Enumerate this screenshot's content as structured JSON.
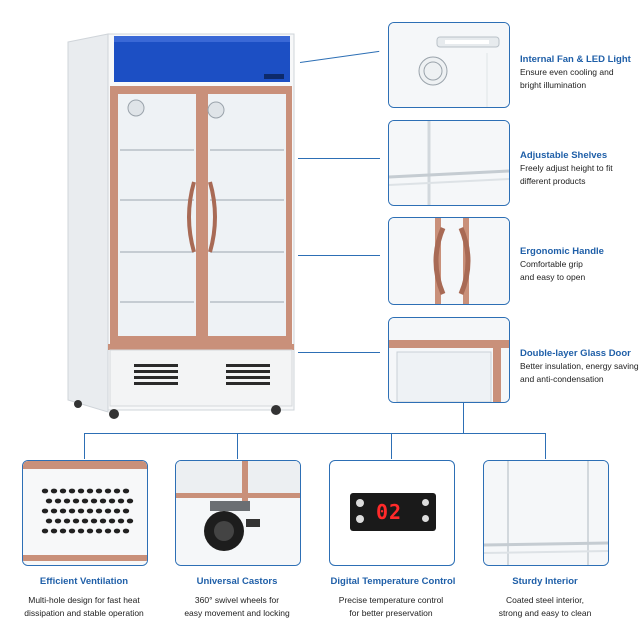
{
  "features_right": [
    {
      "title": "Internal Fan & LED Light",
      "desc_lines": [
        "Ensure even cooling and",
        "bright illumination"
      ],
      "icon": "fan-led-icon"
    },
    {
      "title": "Adjustable Shelves",
      "desc_lines": [
        "Freely adjust height to fit",
        "different products"
      ],
      "icon": "shelf-icon"
    },
    {
      "title": "Ergonomic Handle",
      "desc_lines": [
        "Comfortable grip",
        "and easy to open"
      ],
      "icon": "handle-icon"
    },
    {
      "title": "Double-layer Glass Door",
      "desc_lines": [
        "Better insulation, energy saving",
        "and anti-condensation"
      ],
      "icon": "glass-door-icon"
    }
  ],
  "features_bottom": [
    {
      "title": "Efficient Ventilation",
      "desc_lines": [
        "Multi-hole design for fast heat",
        "dissipation and stable operation"
      ]
    },
    {
      "title": "Universal Castors",
      "desc_lines": [
        "360° swivel wheels for",
        "easy movement and locking"
      ]
    },
    {
      "title": "Digital Temperature Control",
      "desc_lines": [
        "Precise temperature control",
        "for better preservation"
      ]
    },
    {
      "title": "Sturdy Interior",
      "desc_lines": [
        "Coated steel interior,",
        "strong and easy to clean"
      ]
    }
  ],
  "controller": {
    "display": "02"
  },
  "colors": {
    "accent": "#1f5fa8",
    "header_panel": "#1c4fc4",
    "copper_trim": "#c9907a",
    "display_red": "#ff2a2a"
  }
}
